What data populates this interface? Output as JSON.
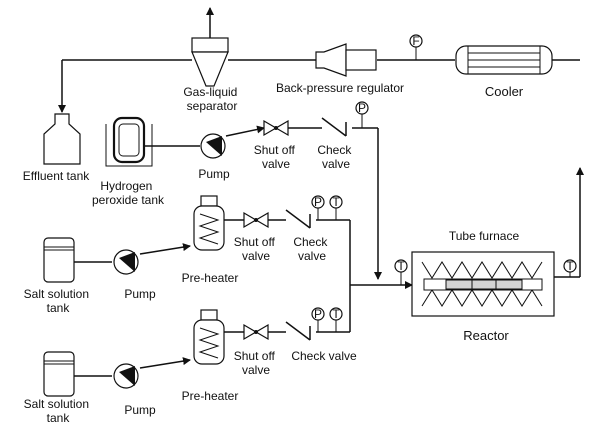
{
  "labels": {
    "gas_liquid_separator": [
      "Gas-liquid",
      "separator"
    ],
    "back_pressure_regulator": "Back-pressure regulator",
    "cooler": "Cooler",
    "effluent_tank": "Effluent tank",
    "hydrogen_peroxide_tank": [
      "Hydrogen",
      "peroxide tank"
    ],
    "pump": "Pump",
    "shut_off_valve": [
      "Shut off",
      "valve"
    ],
    "check_valve_two_line": [
      "Check",
      "valve"
    ],
    "check_valve_one_line": "Check valve",
    "salt_solution_tank": [
      "Salt solution",
      "tank"
    ],
    "pre_heater": "Pre-heater",
    "tube_furnace": "Tube furnace",
    "reactor": "Reactor"
  },
  "instrument_symbols": {
    "pressure": "P",
    "temperature": "T",
    "flow": "F"
  }
}
